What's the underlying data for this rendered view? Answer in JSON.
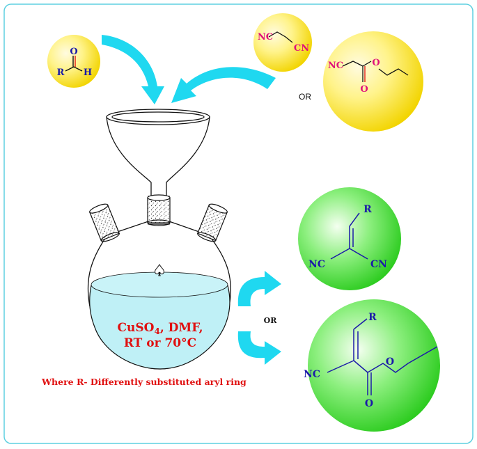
{
  "colors": {
    "frame": "#5fd0e0",
    "arrow": "#1fd8f0",
    "reactant_ball": "#ffea00",
    "product_ball": "#22d61a",
    "solvent": "#bff0f6",
    "reactant_atoms": "#e0107a",
    "product_atoms": "#1a1aa8",
    "conditions_text": "#e01010"
  },
  "reactants": {
    "aldehyde": {
      "o": "O",
      "r": "R",
      "h": "H"
    },
    "malononitrile": {
      "nc": "NC",
      "cn": "CN"
    },
    "or_label": "OR",
    "ethyl_cyanoacetate": {
      "nc": "NC",
      "o_carbonyl": "O",
      "o_ester": "O"
    }
  },
  "flask": {
    "conditions_line1": "CuSO",
    "conditions_sub": "4",
    "conditions_line1_rest": ", DMF,",
    "conditions_line2": "RT or 70°C",
    "heat_symbol": "♠"
  },
  "products": {
    "dinitrile": {
      "r": "R",
      "nc": "NC",
      "cn": "CN"
    },
    "or_label": "OR",
    "cyanoacrylate": {
      "r": "R",
      "nc": "NC",
      "o_carbonyl": "O",
      "o_ester": "O"
    }
  },
  "caption": "Where R- Differently substituted aryl ring"
}
